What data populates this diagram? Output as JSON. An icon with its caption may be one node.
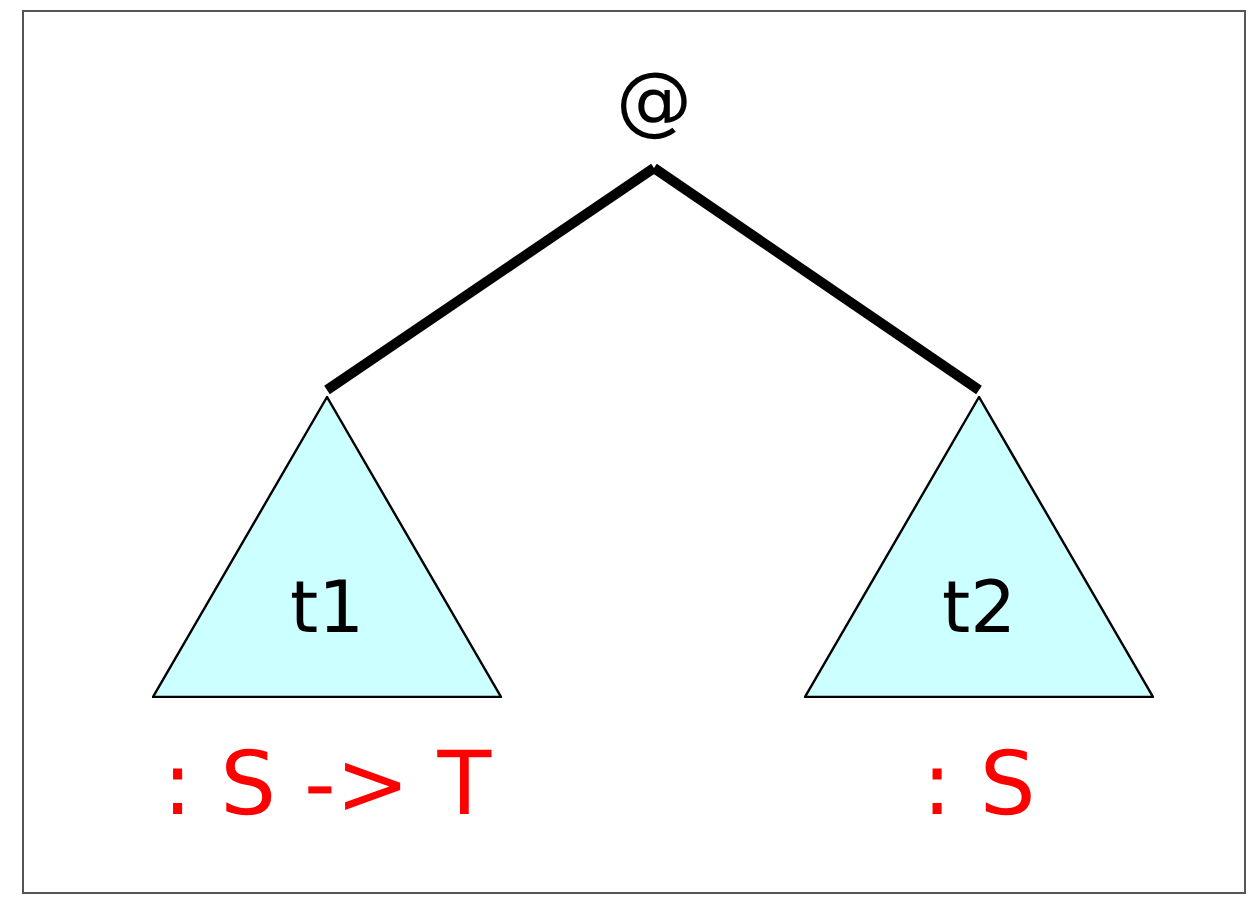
{
  "diagram": {
    "nodes": [
      {
        "text": [
          "@"
        ]
      },
      {
        "text": [
          "t1"
        ],
        "beside": [
          ": S -> T"
        ]
      },
      {
        "text": [
          "t2"
        ],
        "beside": [
          ": S"
        ]
      }
    ],
    "edges": [
      {
        "from": 0,
        "to": 1,
        "arrow": "none"
      },
      {
        "from": 0,
        "to": 2,
        "arrow": "none"
      }
    ]
  }
}
